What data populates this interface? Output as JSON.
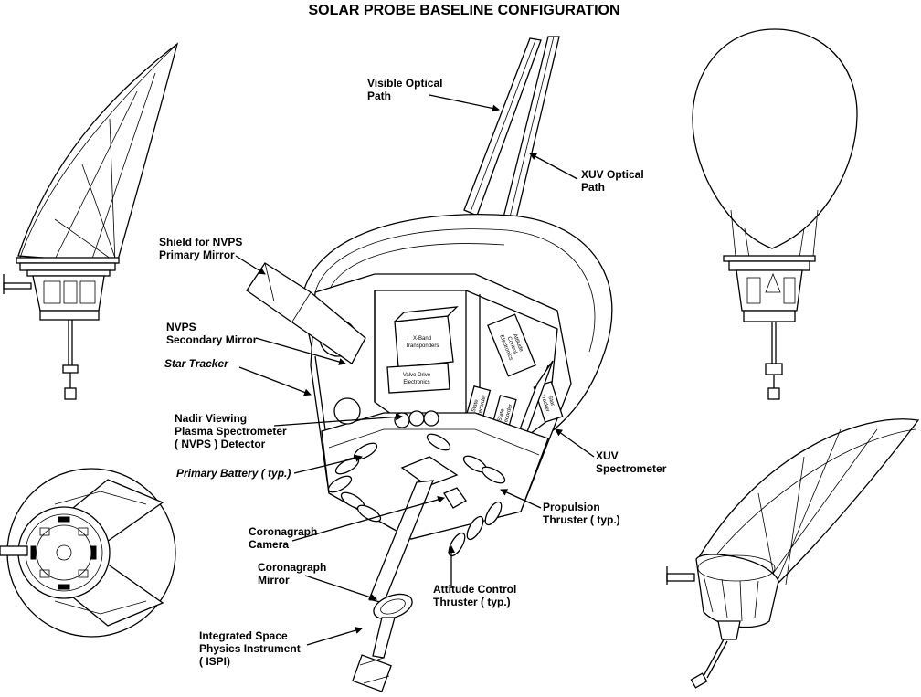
{
  "title": "SOLAR PROBE BASELINE CONFIGURATION",
  "labels": {
    "visible_optical_path": [
      "Visible Optical",
      "Path"
    ],
    "xuv_optical_path": [
      "XUV Optical",
      "Path"
    ],
    "shield_nvps": [
      "Shield for NVPS",
      "Primary Mirror"
    ],
    "nvps_secondary": [
      "NVPS",
      "Secondary Mirror"
    ],
    "star_tracker": [
      "Star Tracker"
    ],
    "nadir_viewing": [
      "Nadir Viewing",
      "Plasma Spectrometer",
      "( NVPS ) Detector"
    ],
    "primary_battery": [
      "Primary Battery ( typ.)"
    ],
    "coronagraph_camera": [
      "Coronagraph",
      "Camera"
    ],
    "coronagraph_mirror": [
      "Coronagraph",
      "Mirror"
    ],
    "ispi": [
      "Integrated Space",
      "Physics Instrument",
      "( ISPI)"
    ],
    "attitude_control": [
      "Attitude Control",
      "Thruster ( typ.)"
    ],
    "propulsion": [
      "Propulsion",
      "Thruster ( typ.)"
    ],
    "xuv_spectrometer": [
      "XUV",
      "Spectrometer"
    ]
  },
  "internal_labels": {
    "x_band": [
      "X-Band",
      "Transponders"
    ],
    "valve_drive": [
      "Valve Drive",
      "Electronics"
    ],
    "attitude_ctrl_electronics": [
      "Attitude",
      "Control",
      "Electronics"
    ],
    "solid_state_recorder_1": [
      "Solid State",
      "Power Recorder"
    ],
    "solid_state_recorder_2": [
      "Solid State",
      "Power Recorder"
    ],
    "star_tracker_small": [
      "Star",
      "Tracker"
    ]
  }
}
